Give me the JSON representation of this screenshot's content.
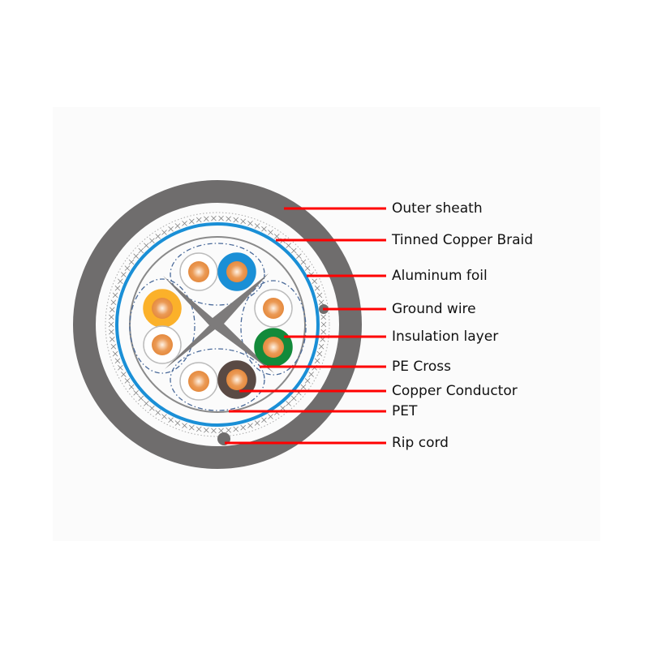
{
  "labels": [
    {
      "id": "outer-sheath",
      "text": "Outer sheath"
    },
    {
      "id": "tinned-copper-braid",
      "text": "Tinned Copper Braid"
    },
    {
      "id": "aluminum-foil",
      "text": "Aluminum foil"
    },
    {
      "id": "ground-wire",
      "text": "Ground wire"
    },
    {
      "id": "insulation-layer",
      "text": "Insulation layer"
    },
    {
      "id": "pe-cross",
      "text": "PE Cross"
    },
    {
      "id": "copper-conductor",
      "text": "Copper Conductor"
    },
    {
      "id": "pet",
      "text": "PET"
    },
    {
      "id": "rip-cord",
      "text": "Rip cord"
    }
  ],
  "colors": {
    "sheath": "#6f6d6d",
    "foil": "#1a8fd6",
    "leader": "#ff0000",
    "copper": "#e58a3e",
    "pair_blue": "#1a8fd6",
    "pair_orange": "#fbb12a",
    "pair_green": "#138a3a",
    "pair_brown": "#5a4a44",
    "cross": "#7d7b7b"
  }
}
